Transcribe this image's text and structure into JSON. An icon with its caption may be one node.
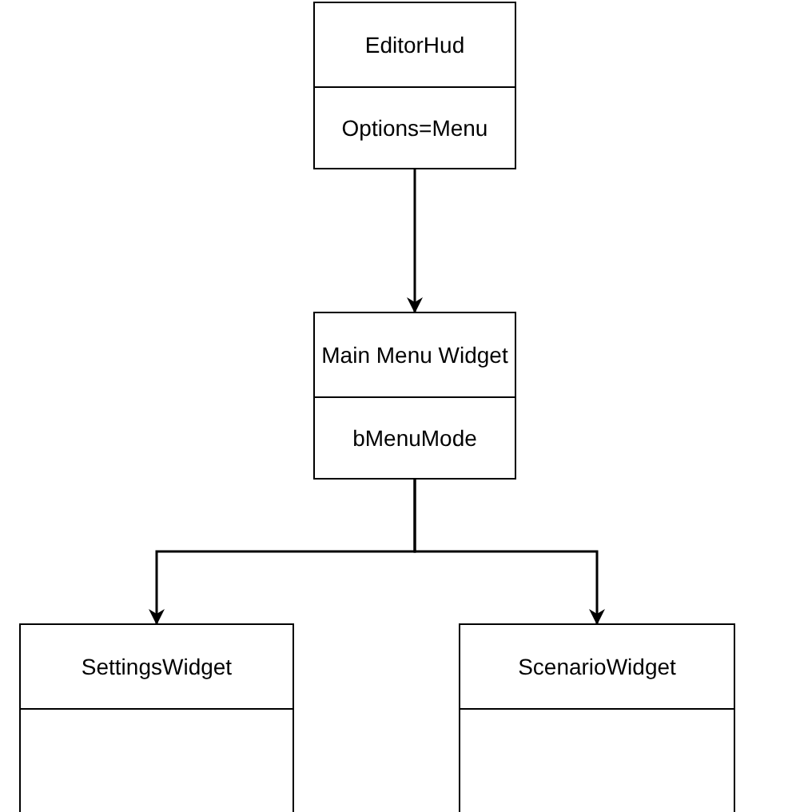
{
  "diagram": {
    "nodes": [
      {
        "text": [
          "EditorHud",
          "Options=Menu"
        ]
      },
      {
        "text": [
          "Main Menu Widget",
          "bMenuMode"
        ]
      },
      {
        "text": [
          "SettingsWidget"
        ]
      },
      {
        "text": [
          "ScenarioWidget"
        ]
      }
    ],
    "edges": [
      {
        "from": 0,
        "to": 1,
        "arrow": "to"
      },
      {
        "from": 1,
        "to": 2,
        "arrow": "to"
      },
      {
        "from": 1,
        "to": 3,
        "arrow": "to"
      }
    ]
  }
}
